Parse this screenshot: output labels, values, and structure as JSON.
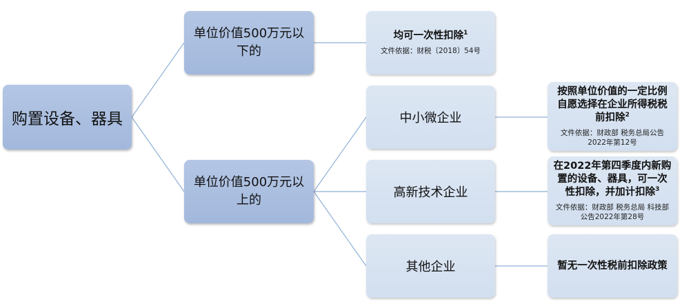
{
  "root": {
    "label": "购置设备、器具"
  },
  "branch_low": {
    "label": "单位价值500万元以下的",
    "policy": {
      "text": "均可一次性扣除",
      "note": "1",
      "source": "文件依据：财税〔2018〕54号"
    }
  },
  "branch_high": {
    "label": "单位价值500万元以上的",
    "children": [
      {
        "label": "中小微企业",
        "policy": {
          "text": "按照单位价值的一定比例自愿选择在企业所得税税前扣除",
          "note": "2",
          "source": "文件依据：财政部 税务总局公告2022年第12号"
        }
      },
      {
        "label": "高新技术企业",
        "policy": {
          "text": "在2022年第四季度内新购置的设备、器具，可一次性扣除，并加计扣除",
          "note": "3",
          "source": "文件依据：财政部 税务总局 科技部公告2022年第28号"
        }
      },
      {
        "label": "其他企业",
        "policy": {
          "text": "暂无一次性税前扣除政策"
        }
      }
    ]
  },
  "colors": {
    "dark_node": "#a9bede",
    "light_node": "#d6e1f1",
    "connector": "#8fb0d6"
  }
}
